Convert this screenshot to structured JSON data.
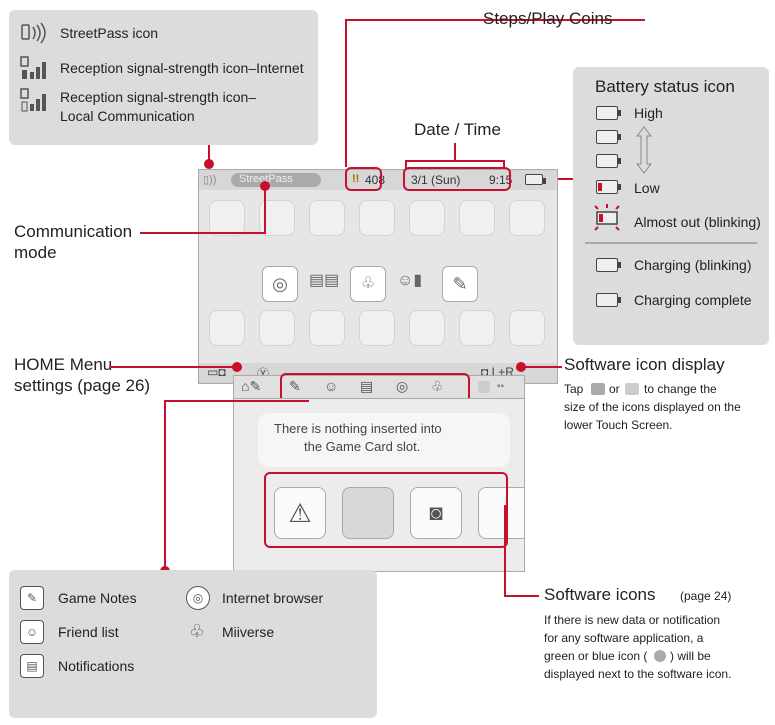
{
  "callouts": {
    "steps_play_coins": "Steps/Play Coins",
    "date_time": "Date / Time",
    "communication_mode_line1": "Communication",
    "communication_mode_line2": "mode",
    "home_menu_line1": "HOME Menu",
    "home_menu_line2": "settings (page 26)",
    "software_icon_display": "Software icon display",
    "software_icon_display_desc1": "Tap",
    "software_icon_display_desc2": "or",
    "software_icon_display_desc3": "to change the",
    "software_icon_display_desc4": "size of the icons displayed on the",
    "software_icon_display_desc5": "lower Touch Screen.",
    "software_icons_title": "Software icons",
    "software_icons_page": "(page 24)",
    "software_icons_desc": [
      "If there is new data or notification",
      "for any software application, a",
      "green or blue icon (",
      ") will be",
      "displayed next to the software icon."
    ]
  },
  "comm_legend": [
    {
      "icon": "streetpass-icon",
      "label": "StreetPass icon"
    },
    {
      "icon": "signal-internet-icon",
      "label": "Reception signal-strength icon–Internet"
    },
    {
      "icon": "signal-local-icon",
      "label": "Reception signal-strength icon–",
      "label2": "Local Communication"
    }
  ],
  "battery_legend": {
    "title": "Battery status icon",
    "high": "High",
    "low": "Low",
    "almost_out": "Almost out (blinking)",
    "charging": "Charging (blinking)",
    "charging_complete": "Charging complete"
  },
  "top_screen": {
    "streetpass_label": "StreetPass",
    "coins": "408",
    "date": "3/1 (Sun)",
    "time": "9:15"
  },
  "bottom_screen": {
    "message_line1": "There is nothing inserted into",
    "message_line2": "the Game Card slot."
  },
  "app_legend": [
    {
      "icon": "game-notes-icon",
      "label": "Game Notes"
    },
    {
      "icon": "internet-browser-icon",
      "label": "Internet browser"
    },
    {
      "icon": "friend-list-icon",
      "label": "Friend list"
    },
    {
      "icon": "miiverse-icon",
      "label": "Miiverse"
    },
    {
      "icon": "notifications-icon",
      "label": "Notifications"
    }
  ],
  "colors": {
    "accent": "#c8102e",
    "box": "#dcdcdc"
  }
}
